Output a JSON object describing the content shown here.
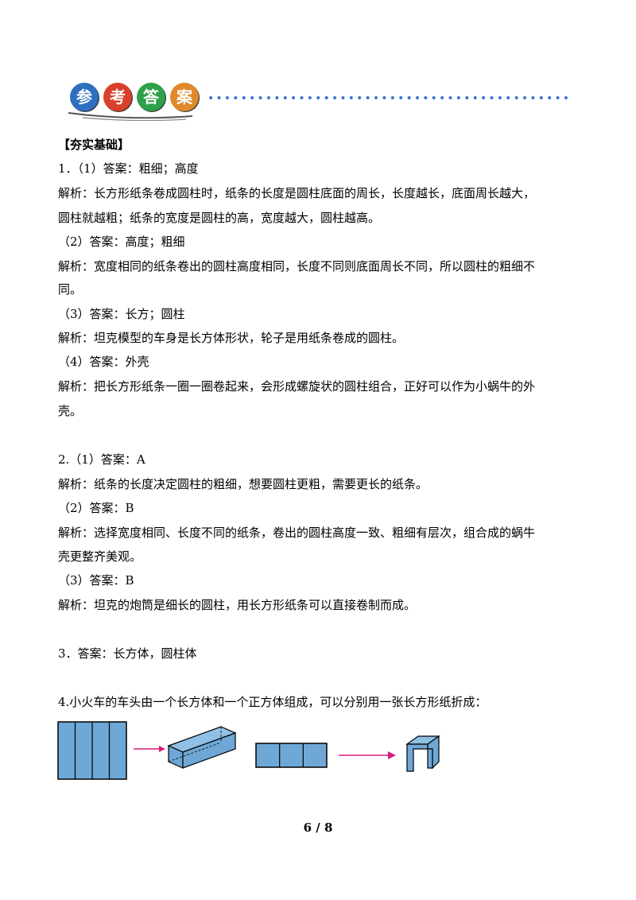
{
  "banner": {
    "chars": [
      "参",
      "考",
      "答",
      "案"
    ],
    "colors": [
      "#2e6fbf",
      "#d9402b",
      "#2fa14a",
      "#e0892a"
    ]
  },
  "section_title": "【夯实基础】",
  "lines": [
    "1．（1）答案：粗细；高度",
    "解析：长方形纸条卷成圆柱时，纸条的长度是圆柱底面的周长，长度越长，底面周长越大，",
    "圆柱就越粗；纸条的宽度是圆柱的高，宽度越大，圆柱越高。",
    "（2）答案：高度；粗细",
    "解析：宽度相同的纸条卷出的圆柱高度相同，长度不同则底面周长不同，所以圆柱的粗细不",
    "同。",
    "（3）答案：长方；圆柱",
    "解析：坦克模型的车身是长方体形状，轮子是用纸条卷成的圆柱。",
    "（4）答案：外壳",
    "解析：把长方形纸条一圈一圈卷起来，会形成螺旋状的圆柱组合，正好可以作为小蜗牛的外",
    "壳。",
    "2.（1）答案：A",
    "解析：纸条的长度决定圆柱的粗细，想要圆柱更粗，需要更长的纸条。",
    "（2）答案：B",
    "解析：选择宽度相同、长度不同的纸条，卷出的圆柱高度一致、粗细有层次，组合成的蜗牛",
    "壳更整齐美观。",
    "（3）答案：B",
    "解析：坦克的炮筒是细长的圆柱，用长方形纸条可以直接卷制而成。",
    "3．答案：长方体，圆柱体",
    "4.小火车的车头由一个长方体和一个正方体组成，可以分别用一张长方形纸折成："
  ],
  "page_number": "6 / 8",
  "colors": {
    "fill": "#6fa8d6",
    "arrow": "#d61f7a",
    "stroke": "#000000"
  }
}
